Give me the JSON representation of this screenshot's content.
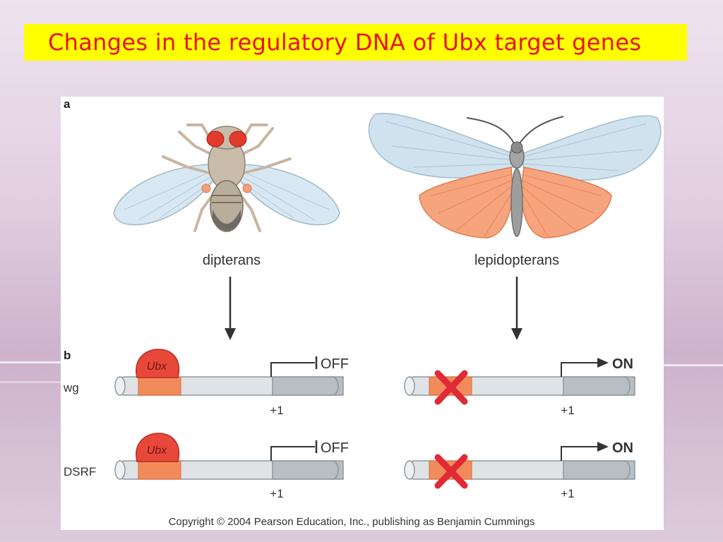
{
  "slide": {
    "title": "Changes in the regulatory DNA of Ubx target genes"
  },
  "figure": {
    "panel_a_label": "a",
    "panel_b_label": "b",
    "left_group": "dipterans",
    "right_group": "lepidopterans",
    "genes": [
      "wg",
      "DSRF"
    ],
    "binding_protein": "Ubx",
    "left_state": "OFF",
    "right_state": "ON",
    "tss_label": "+1",
    "copyright": "Copyright © 2004 Pearson Education, Inc., publishing as Benjamin Cummings"
  },
  "colors": {
    "title_bg": "#ffff00",
    "title_text": "#e8121f",
    "ubx_fill": "#e8483a",
    "binding_site": "#f28b5a",
    "x_mark": "#e02a36",
    "hindwing": "#f4a07a",
    "wing_blue": "#cde3ef"
  },
  "icons": [
    "fly-icon",
    "butterfly-icon",
    "x-mark-icon",
    "arrow-down-icon"
  ]
}
